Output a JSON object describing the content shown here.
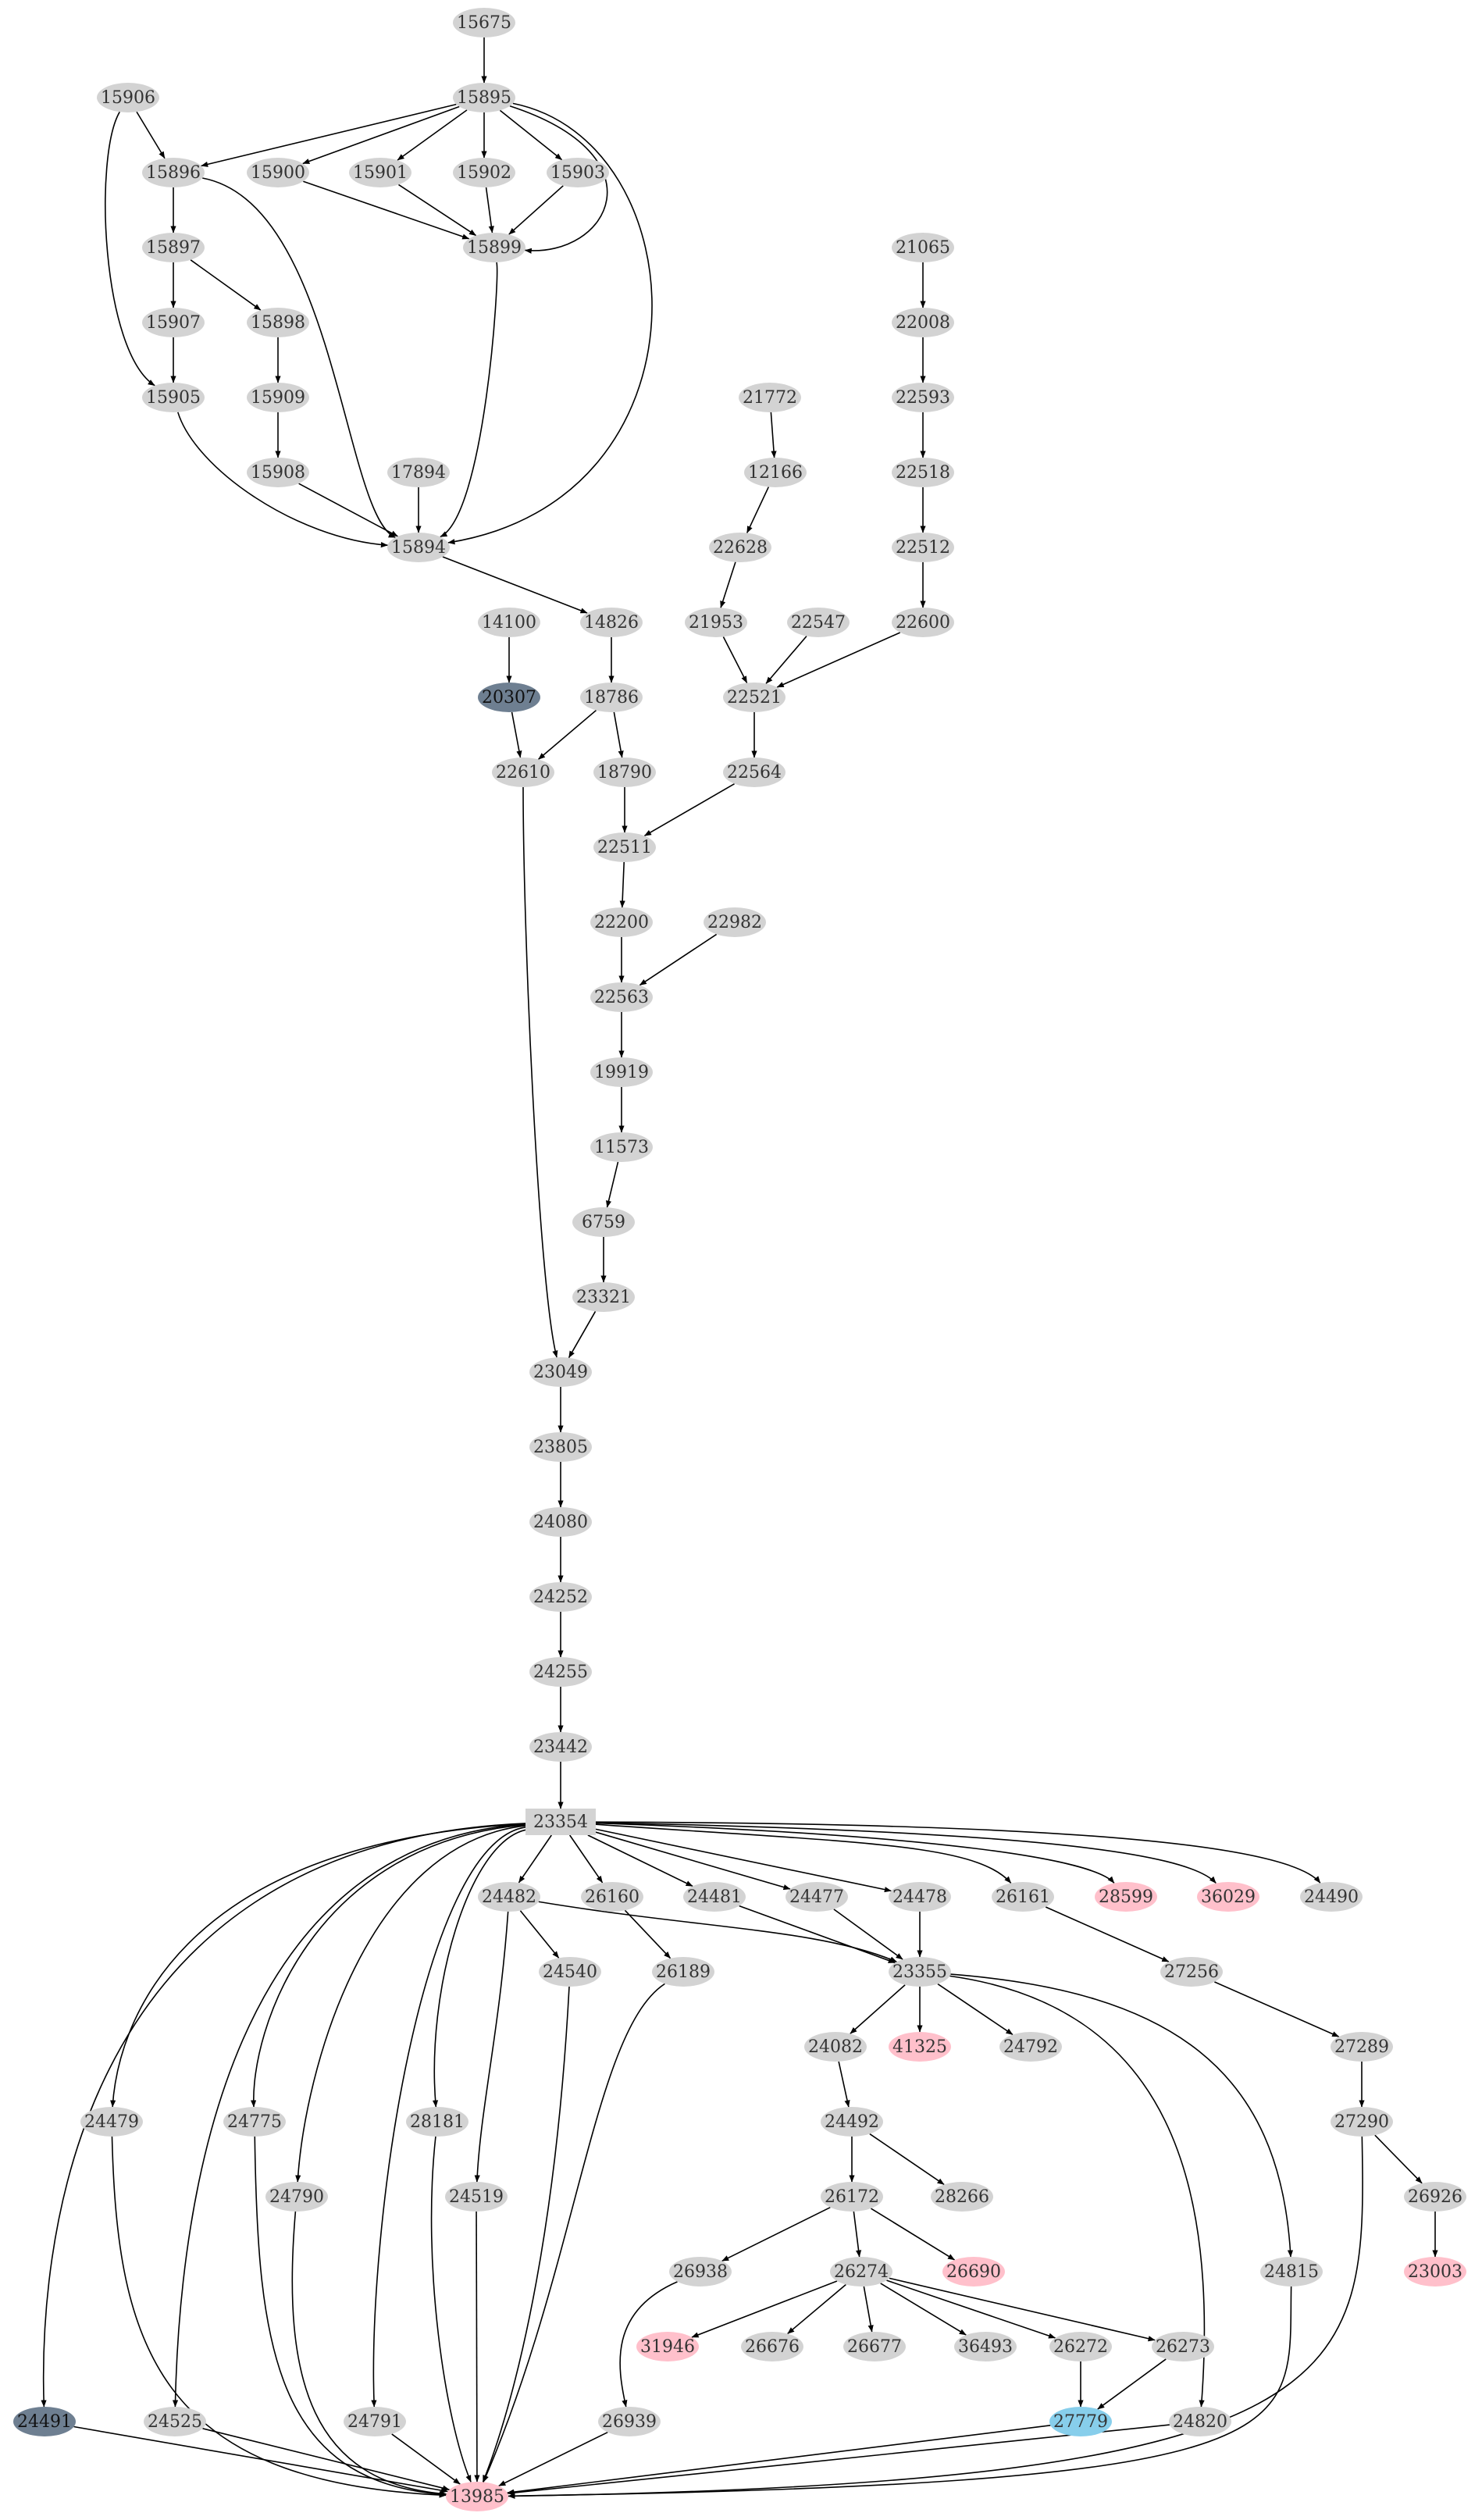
{
  "colors": {
    "default": "#d3d3d3",
    "highlight": "#ffc0cb",
    "dark": "#6e7f91",
    "blue": "#87ceeb"
  },
  "nodes": [
    {
      "id": "15675",
      "label": "15675",
      "color": "default"
    },
    {
      "id": "15895",
      "label": "15895",
      "color": "default"
    },
    {
      "id": "15906",
      "label": "15906",
      "color": "default"
    },
    {
      "id": "15896",
      "label": "15896",
      "color": "default"
    },
    {
      "id": "15900",
      "label": "15900",
      "color": "default"
    },
    {
      "id": "15901",
      "label": "15901",
      "color": "default"
    },
    {
      "id": "15902",
      "label": "15902",
      "color": "default"
    },
    {
      "id": "15903",
      "label": "15903",
      "color": "default"
    },
    {
      "id": "15899",
      "label": "15899",
      "color": "default"
    },
    {
      "id": "15897",
      "label": "15897",
      "color": "default"
    },
    {
      "id": "15907",
      "label": "15907",
      "color": "default"
    },
    {
      "id": "15898",
      "label": "15898",
      "color": "default"
    },
    {
      "id": "15905",
      "label": "15905",
      "color": "default"
    },
    {
      "id": "15909",
      "label": "15909",
      "color": "default"
    },
    {
      "id": "15908",
      "label": "15908",
      "color": "default"
    },
    {
      "id": "17894",
      "label": "17894",
      "color": "default"
    },
    {
      "id": "15894",
      "label": "15894",
      "color": "default"
    },
    {
      "id": "14826",
      "label": "14826",
      "color": "default"
    },
    {
      "id": "14100",
      "label": "14100",
      "color": "default"
    },
    {
      "id": "20307",
      "label": "20307",
      "color": "dark"
    },
    {
      "id": "18786",
      "label": "18786",
      "color": "default"
    },
    {
      "id": "22610",
      "label": "22610",
      "color": "default"
    },
    {
      "id": "18790",
      "label": "18790",
      "color": "default"
    },
    {
      "id": "21065",
      "label": "21065",
      "color": "default"
    },
    {
      "id": "22008",
      "label": "22008",
      "color": "default"
    },
    {
      "id": "22593",
      "label": "22593",
      "color": "default"
    },
    {
      "id": "22518",
      "label": "22518",
      "color": "default"
    },
    {
      "id": "22512",
      "label": "22512",
      "color": "default"
    },
    {
      "id": "22600",
      "label": "22600",
      "color": "default"
    },
    {
      "id": "21772",
      "label": "21772",
      "color": "default"
    },
    {
      "id": "12166",
      "label": "12166",
      "color": "default"
    },
    {
      "id": "22628",
      "label": "22628",
      "color": "default"
    },
    {
      "id": "21953",
      "label": "21953",
      "color": "default"
    },
    {
      "id": "22547",
      "label": "22547",
      "color": "default"
    },
    {
      "id": "22521",
      "label": "22521",
      "color": "default"
    },
    {
      "id": "22564",
      "label": "22564",
      "color": "default"
    },
    {
      "id": "22511",
      "label": "22511",
      "color": "default"
    },
    {
      "id": "22200",
      "label": "22200",
      "color": "default"
    },
    {
      "id": "22982",
      "label": "22982",
      "color": "default"
    },
    {
      "id": "22563",
      "label": "22563",
      "color": "default"
    },
    {
      "id": "19919",
      "label": "19919",
      "color": "default"
    },
    {
      "id": "11573",
      "label": "11573",
      "color": "default"
    },
    {
      "id": "6759",
      "label": "6759",
      "color": "default"
    },
    {
      "id": "23321",
      "label": "23321",
      "color": "default"
    },
    {
      "id": "23049",
      "label": "23049",
      "color": "default"
    },
    {
      "id": "23805",
      "label": "23805",
      "color": "default"
    },
    {
      "id": "24080",
      "label": "24080",
      "color": "default"
    },
    {
      "id": "24252",
      "label": "24252",
      "color": "default"
    },
    {
      "id": "24255",
      "label": "24255",
      "color": "default"
    },
    {
      "id": "23442",
      "label": "23442",
      "color": "default"
    },
    {
      "id": "23354",
      "label": "23354",
      "color": "default",
      "shape": "box"
    },
    {
      "id": "24482",
      "label": "24482",
      "color": "default"
    },
    {
      "id": "26160",
      "label": "26160",
      "color": "default"
    },
    {
      "id": "24481",
      "label": "24481",
      "color": "default"
    },
    {
      "id": "24477",
      "label": "24477",
      "color": "default"
    },
    {
      "id": "24478",
      "label": "24478",
      "color": "default"
    },
    {
      "id": "26161",
      "label": "26161",
      "color": "default"
    },
    {
      "id": "28599",
      "label": "28599",
      "color": "highlight"
    },
    {
      "id": "36029",
      "label": "36029",
      "color": "highlight"
    },
    {
      "id": "24490",
      "label": "24490",
      "color": "default"
    },
    {
      "id": "24540",
      "label": "24540",
      "color": "default"
    },
    {
      "id": "26189",
      "label": "26189",
      "color": "default"
    },
    {
      "id": "23355",
      "label": "23355",
      "color": "default"
    },
    {
      "id": "27256",
      "label": "27256",
      "color": "default"
    },
    {
      "id": "24082",
      "label": "24082",
      "color": "default"
    },
    {
      "id": "41325",
      "label": "41325",
      "color": "highlight"
    },
    {
      "id": "24792",
      "label": "24792",
      "color": "default"
    },
    {
      "id": "27289",
      "label": "27289",
      "color": "default"
    },
    {
      "id": "24479",
      "label": "24479",
      "color": "default"
    },
    {
      "id": "24775",
      "label": "24775",
      "color": "default"
    },
    {
      "id": "28181",
      "label": "28181",
      "color": "default"
    },
    {
      "id": "24492",
      "label": "24492",
      "color": "default"
    },
    {
      "id": "27290",
      "label": "27290",
      "color": "default"
    },
    {
      "id": "24790",
      "label": "24790",
      "color": "default"
    },
    {
      "id": "24519",
      "label": "24519",
      "color": "default"
    },
    {
      "id": "26172",
      "label": "26172",
      "color": "default"
    },
    {
      "id": "28266",
      "label": "28266",
      "color": "default"
    },
    {
      "id": "26926",
      "label": "26926",
      "color": "default"
    },
    {
      "id": "26938",
      "label": "26938",
      "color": "default"
    },
    {
      "id": "26274",
      "label": "26274",
      "color": "default"
    },
    {
      "id": "26690",
      "label": "26690",
      "color": "highlight"
    },
    {
      "id": "24815",
      "label": "24815",
      "color": "default"
    },
    {
      "id": "23003",
      "label": "23003",
      "color": "highlight"
    },
    {
      "id": "31946",
      "label": "31946",
      "color": "highlight"
    },
    {
      "id": "26676",
      "label": "26676",
      "color": "default"
    },
    {
      "id": "26677",
      "label": "26677",
      "color": "default"
    },
    {
      "id": "36493",
      "label": "36493",
      "color": "default"
    },
    {
      "id": "26272",
      "label": "26272",
      "color": "default"
    },
    {
      "id": "26273",
      "label": "26273",
      "color": "default"
    },
    {
      "id": "24491",
      "label": "24491",
      "color": "dark"
    },
    {
      "id": "24525",
      "label": "24525",
      "color": "default"
    },
    {
      "id": "24791",
      "label": "24791",
      "color": "default"
    },
    {
      "id": "26939",
      "label": "26939",
      "color": "default"
    },
    {
      "id": "27779",
      "label": "27779",
      "color": "blue"
    },
    {
      "id": "24820",
      "label": "24820",
      "color": "default"
    },
    {
      "id": "13985",
      "label": "13985",
      "color": "highlight"
    }
  ],
  "edges": [
    [
      "15675",
      "15895"
    ],
    [
      "15906",
      "15896"
    ],
    [
      "15906",
      "15905"
    ],
    [
      "15895",
      "15896"
    ],
    [
      "15895",
      "15900"
    ],
    [
      "15895",
      "15901"
    ],
    [
      "15895",
      "15902"
    ],
    [
      "15895",
      "15903"
    ],
    [
      "15895",
      "15899"
    ],
    [
      "15895",
      "15894"
    ],
    [
      "15900",
      "15899"
    ],
    [
      "15901",
      "15899"
    ],
    [
      "15902",
      "15899"
    ],
    [
      "15903",
      "15899"
    ],
    [
      "15896",
      "15897"
    ],
    [
      "15896",
      "15894"
    ],
    [
      "15899",
      "15894"
    ],
    [
      "15897",
      "15907"
    ],
    [
      "15897",
      "15898"
    ],
    [
      "15907",
      "15905"
    ],
    [
      "15898",
      "15909"
    ],
    [
      "15909",
      "15908"
    ],
    [
      "15905",
      "15894"
    ],
    [
      "15908",
      "15894"
    ],
    [
      "17894",
      "15894"
    ],
    [
      "15894",
      "14826"
    ],
    [
      "14100",
      "20307"
    ],
    [
      "14826",
      "18786"
    ],
    [
      "20307",
      "22610"
    ],
    [
      "18786",
      "22610"
    ],
    [
      "18786",
      "18790"
    ],
    [
      "21065",
      "22008"
    ],
    [
      "22008",
      "22593"
    ],
    [
      "22593",
      "22518"
    ],
    [
      "22518",
      "22512"
    ],
    [
      "22512",
      "22600"
    ],
    [
      "21772",
      "12166"
    ],
    [
      "12166",
      "22628"
    ],
    [
      "22628",
      "21953"
    ],
    [
      "21953",
      "22521"
    ],
    [
      "22547",
      "22521"
    ],
    [
      "22600",
      "22521"
    ],
    [
      "22521",
      "22564"
    ],
    [
      "18790",
      "22511"
    ],
    [
      "22564",
      "22511"
    ],
    [
      "22511",
      "22200"
    ],
    [
      "22200",
      "22563"
    ],
    [
      "22982",
      "22563"
    ],
    [
      "22563",
      "19919"
    ],
    [
      "19919",
      "11573"
    ],
    [
      "11573",
      "6759"
    ],
    [
      "6759",
      "23321"
    ],
    [
      "22610",
      "23049"
    ],
    [
      "23321",
      "23049"
    ],
    [
      "23049",
      "23805"
    ],
    [
      "23805",
      "24080"
    ],
    [
      "24080",
      "24252"
    ],
    [
      "24252",
      "24255"
    ],
    [
      "24255",
      "23442"
    ],
    [
      "23442",
      "23354"
    ],
    [
      "23354",
      "24491"
    ],
    [
      "23354",
      "24479"
    ],
    [
      "23354",
      "24525"
    ],
    [
      "23354",
      "24775"
    ],
    [
      "23354",
      "24790"
    ],
    [
      "23354",
      "24791"
    ],
    [
      "23354",
      "28181"
    ],
    [
      "23354",
      "24482"
    ],
    [
      "23354",
      "26160"
    ],
    [
      "23354",
      "24481"
    ],
    [
      "23354",
      "24477"
    ],
    [
      "23354",
      "24478"
    ],
    [
      "23354",
      "26161"
    ],
    [
      "23354",
      "28599"
    ],
    [
      "23354",
      "36029"
    ],
    [
      "23354",
      "24490"
    ],
    [
      "24482",
      "24540"
    ],
    [
      "24482",
      "23355"
    ],
    [
      "24482",
      "24519"
    ],
    [
      "26160",
      "26189"
    ],
    [
      "24481",
      "23355"
    ],
    [
      "24477",
      "23355"
    ],
    [
      "24478",
      "23355"
    ],
    [
      "26161",
      "27256"
    ],
    [
      "27256",
      "27289"
    ],
    [
      "27289",
      "27290"
    ],
    [
      "23355",
      "24082"
    ],
    [
      "23355",
      "41325"
    ],
    [
      "23355",
      "24792"
    ],
    [
      "23355",
      "24815"
    ],
    [
      "23355",
      "24820"
    ],
    [
      "24082",
      "24492"
    ],
    [
      "24492",
      "26172"
    ],
    [
      "24492",
      "28266"
    ],
    [
      "27290",
      "26926"
    ],
    [
      "26926",
      "23003"
    ],
    [
      "26172",
      "26938"
    ],
    [
      "26172",
      "26274"
    ],
    [
      "26172",
      "26690"
    ],
    [
      "26274",
      "31946"
    ],
    [
      "26274",
      "26676"
    ],
    [
      "26274",
      "26677"
    ],
    [
      "26274",
      "36493"
    ],
    [
      "26274",
      "26272"
    ],
    [
      "26274",
      "26273"
    ],
    [
      "26938",
      "26939"
    ],
    [
      "26272",
      "27779"
    ],
    [
      "26273",
      "27779"
    ],
    [
      "24491",
      "13985"
    ],
    [
      "24479",
      "13985"
    ],
    [
      "24525",
      "13985"
    ],
    [
      "24775",
      "13985"
    ],
    [
      "24790",
      "13985"
    ],
    [
      "24791",
      "13985"
    ],
    [
      "28181",
      "13985"
    ],
    [
      "24519",
      "13985"
    ],
    [
      "24540",
      "13985"
    ],
    [
      "26189",
      "13985"
    ],
    [
      "26939",
      "13985"
    ],
    [
      "27779",
      "13985"
    ],
    [
      "24820",
      "13985"
    ],
    [
      "24815",
      "13985"
    ],
    [
      "27290",
      "13985"
    ]
  ]
}
